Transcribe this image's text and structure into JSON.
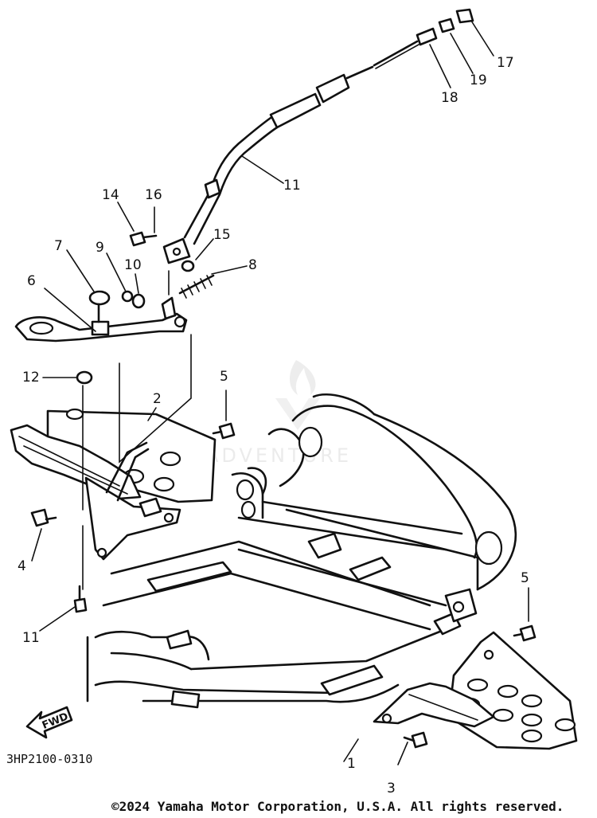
{
  "diagram": {
    "callouts": [
      "1",
      "2",
      "3",
      "4",
      "5",
      "5",
      "6",
      "7",
      "8",
      "9",
      "10",
      "11",
      "11",
      "12",
      "14",
      "15",
      "16",
      "17",
      "18",
      "19"
    ],
    "fwd_label": "FWD",
    "drawing_code": "3HP2100-0310",
    "watermark": "ADVENTURE",
    "copyright": "©2024 Yamaha Motor Corporation, U.S.A. All rights reserved."
  }
}
